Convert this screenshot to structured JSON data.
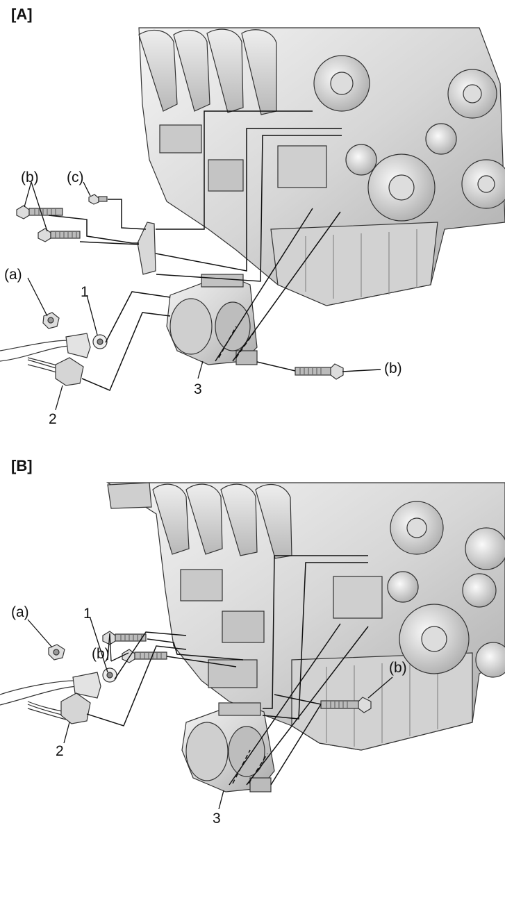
{
  "panels": [
    {
      "tag": "[A]",
      "labels": {
        "a": "(a)",
        "b_top": "(b)",
        "c": "(c)",
        "one": "1",
        "two": "2",
        "three": "3",
        "b_right": "(b)"
      }
    },
    {
      "tag": "[B]",
      "labels": {
        "a": "(a)",
        "b_top": "(b)",
        "one": "1",
        "two": "2",
        "three": "3",
        "b_right": "(b)"
      }
    }
  ]
}
